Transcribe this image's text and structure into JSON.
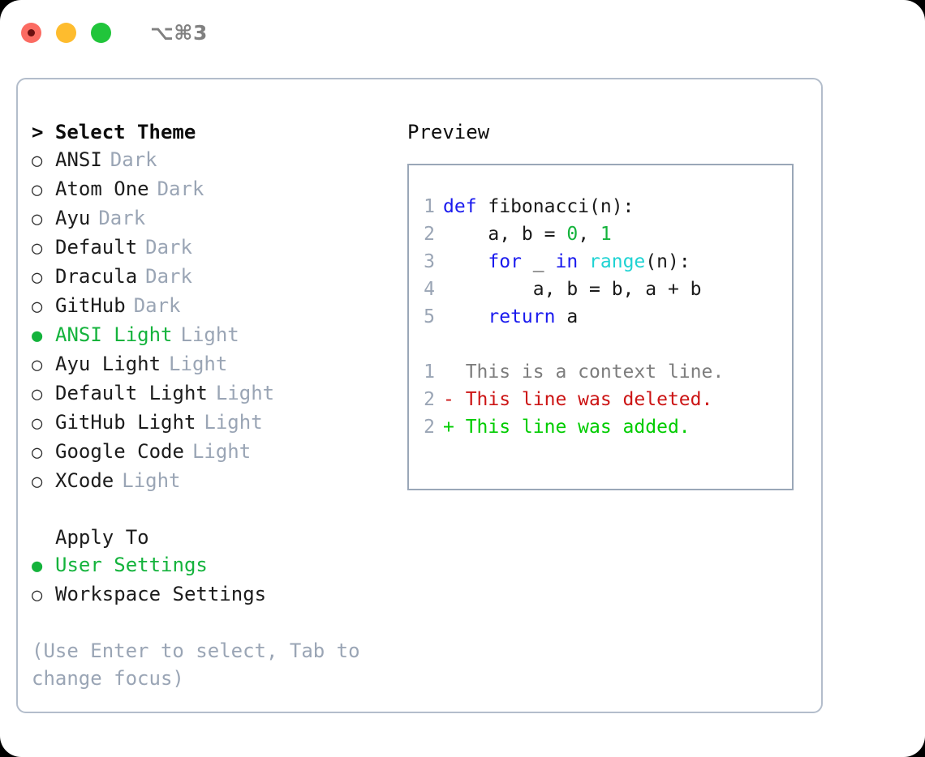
{
  "titlebar": {
    "shortcut": "⌥⌘3",
    "lights": [
      {
        "name": "close",
        "color": "#fb6b62"
      },
      {
        "name": "minimize",
        "color": "#febc2e"
      },
      {
        "name": "maximize",
        "color": "#21c53b"
      }
    ]
  },
  "theme_picker": {
    "header": "> Select Theme",
    "selected_marker": "●",
    "unselected_marker": "○",
    "items": [
      {
        "name": "ANSI",
        "variant": "Dark",
        "selected": false
      },
      {
        "name": "Atom One",
        "variant": "Dark",
        "selected": false
      },
      {
        "name": "Ayu",
        "variant": "Dark",
        "selected": false
      },
      {
        "name": "Default",
        "variant": "Dark",
        "selected": false
      },
      {
        "name": "Dracula",
        "variant": "Dark",
        "selected": false
      },
      {
        "name": "GitHub",
        "variant": "Dark",
        "selected": false
      },
      {
        "name": "ANSI Light",
        "variant": "Light",
        "selected": true
      },
      {
        "name": "Ayu Light",
        "variant": "Light",
        "selected": false
      },
      {
        "name": "Default Light",
        "variant": "Light",
        "selected": false
      },
      {
        "name": "GitHub Light",
        "variant": "Light",
        "selected": false
      },
      {
        "name": "Google Code",
        "variant": "Light",
        "selected": false
      },
      {
        "name": "XCode",
        "variant": "Light",
        "selected": false
      }
    ]
  },
  "apply_to": {
    "header": "Apply To",
    "items": [
      {
        "name": "User Settings",
        "selected": true
      },
      {
        "name": "Workspace Settings",
        "selected": false
      }
    ]
  },
  "hint": "(Use Enter to select, Tab to change focus)",
  "preview": {
    "title": "Preview",
    "code": [
      {
        "lineno": "1",
        "tokens": [
          {
            "t": "def",
            "c": "kw"
          },
          {
            "t": " fibonacci(n):",
            "c": "pl"
          }
        ]
      },
      {
        "lineno": "2",
        "tokens": [
          {
            "t": "    a, b = ",
            "c": "pl"
          },
          {
            "t": "0",
            "c": "num"
          },
          {
            "t": ", ",
            "c": "pl"
          },
          {
            "t": "1",
            "c": "num"
          }
        ]
      },
      {
        "lineno": "3",
        "tokens": [
          {
            "t": "    ",
            "c": "pl"
          },
          {
            "t": "for",
            "c": "kw"
          },
          {
            "t": " _ ",
            "c": "pl"
          },
          {
            "t": "in",
            "c": "kw"
          },
          {
            "t": " ",
            "c": "pl"
          },
          {
            "t": "range",
            "c": "fn"
          },
          {
            "t": "(n):",
            "c": "pl"
          }
        ]
      },
      {
        "lineno": "4",
        "tokens": [
          {
            "t": "        a, b = b, a + b",
            "c": "pl"
          }
        ]
      },
      {
        "lineno": "5",
        "tokens": [
          {
            "t": "    ",
            "c": "pl"
          },
          {
            "t": "return",
            "c": "kw"
          },
          {
            "t": " a",
            "c": "pl"
          }
        ]
      }
    ],
    "diff": [
      {
        "lineno": "1",
        "marker": " ",
        "text": "  This is a context line.",
        "kind": "ctx"
      },
      {
        "lineno": "2",
        "marker": " ",
        "text": "- This line was deleted.",
        "kind": "del"
      },
      {
        "lineno": "2",
        "marker": " ",
        "text": "+ This line was added.",
        "kind": "add"
      }
    ]
  },
  "colors": {
    "accent_green": "#14b33c",
    "muted": "#9aa5b5",
    "keyword": "#1a1aee",
    "number": "#14b33c",
    "builtin": "#1fd3d3",
    "diff_delete": "#cc1414",
    "diff_add": "#00cc00",
    "border": "#b3bdcb"
  }
}
